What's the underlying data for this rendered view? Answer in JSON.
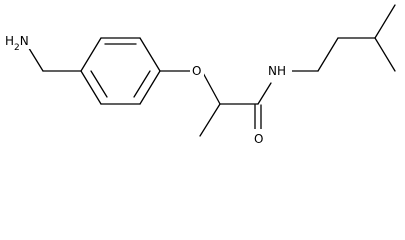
{
  "molecule": {
    "labels": {
      "amine": "H2N",
      "amine_main": "H",
      "amine_count": "2",
      "amine_tail": "N",
      "ether_oxygen": "O",
      "amide_nitrogen": "NH",
      "carbonyl_oxygen": "O"
    }
  }
}
